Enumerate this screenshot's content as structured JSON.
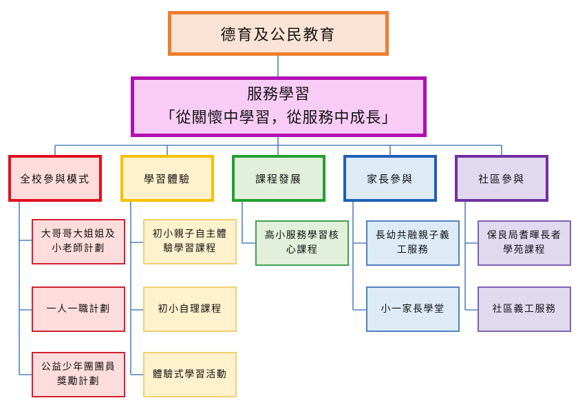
{
  "root": {
    "label": "德育及公民教育"
  },
  "service": {
    "title": "服務學習",
    "motto": "「從關懷中學習，從服務中成長」"
  },
  "categories": [
    {
      "label": "全校參與模式",
      "color": "#e01020",
      "items": [
        "大哥哥大姐姐及小老師計劃",
        "一人一職計劃",
        "公益少年團團員獎勵計劃"
      ]
    },
    {
      "label": "學習體驗",
      "color": "#f5c000",
      "items": [
        "初小親子自主體驗學習課程",
        "初小自理課程",
        "體驗式學習活動"
      ]
    },
    {
      "label": "課程發展",
      "color": "#22a030",
      "items": [
        "高小服務學習核心課程"
      ]
    },
    {
      "label": "家長參與",
      "color": "#1f5fb5",
      "items": [
        "長幼共融親子義工服務",
        "小一家長學堂"
      ]
    },
    {
      "label": "社區參與",
      "color": "#7030a0",
      "items": [
        "保良局耆暉長者學苑課程",
        "社區義工服務"
      ]
    }
  ],
  "connector_color": "#4f81bd"
}
